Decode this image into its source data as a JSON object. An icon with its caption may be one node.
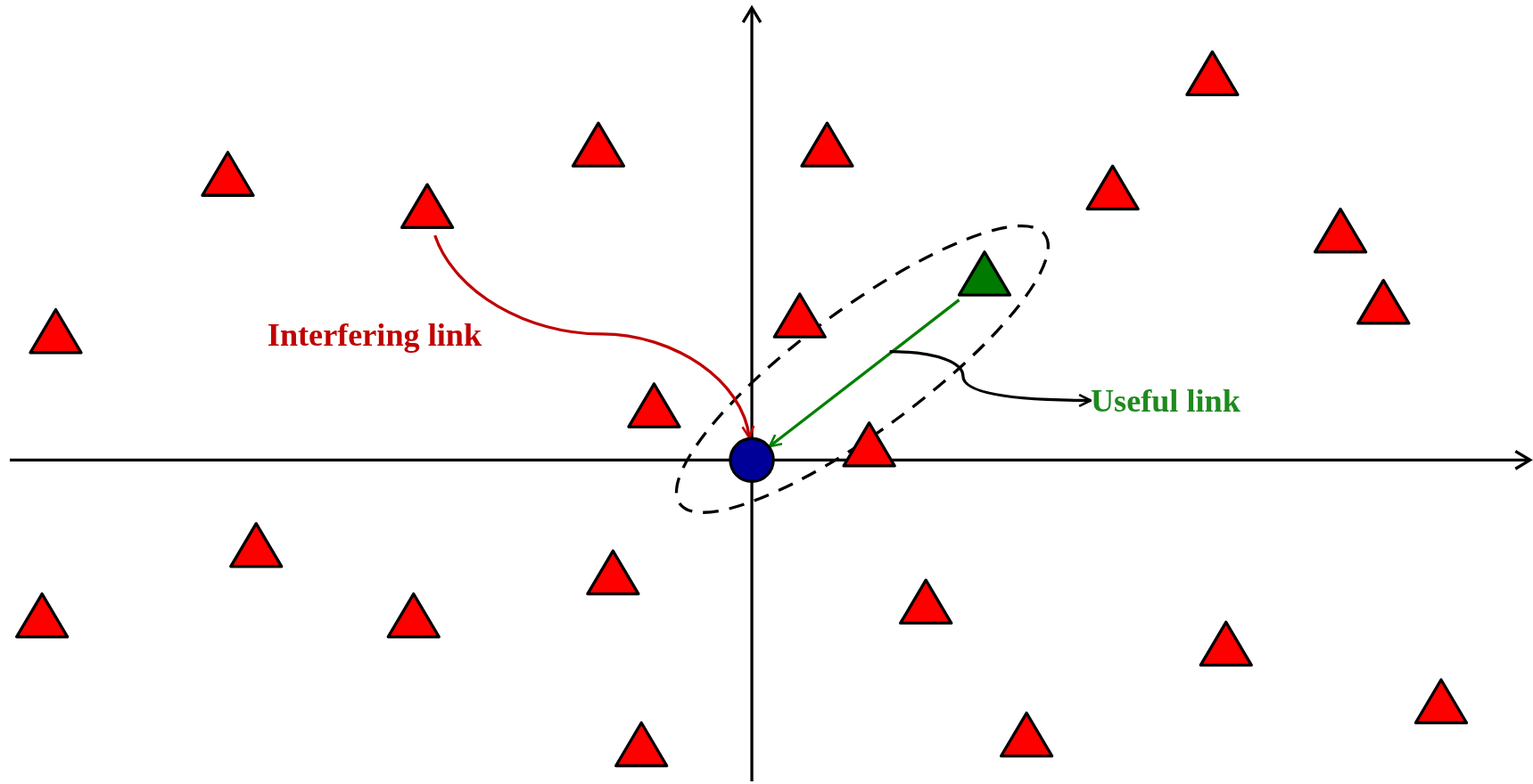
{
  "diagram": {
    "nodes": [
      {
        "text": [],
        "shape": "triangle"
      },
      {
        "text": [],
        "shape": "triangle"
      },
      {
        "text": [],
        "shape": "triangle"
      },
      {
        "text": [],
        "shape": "triangle"
      },
      {
        "text": [],
        "shape": "triangle"
      },
      {
        "text": [],
        "shape": "triangle"
      },
      {
        "text": [],
        "shape": "triangle"
      },
      {
        "text": [],
        "shape": "triangle"
      },
      {
        "text": [],
        "shape": "triangle"
      },
      {
        "text": [],
        "shape": "triangle"
      },
      {
        "text": [],
        "shape": "circle"
      },
      {
        "text": [],
        "shape": "triangle"
      },
      {
        "text": [],
        "shape": "triangle"
      },
      {
        "text": [],
        "shape": "triangle"
      },
      {
        "text": [],
        "shape": "triangle"
      },
      {
        "text": [],
        "shape": "triangle"
      },
      {
        "text": [],
        "shape": "triangle"
      },
      {
        "text": [],
        "shape": "triangle"
      },
      {
        "text": [],
        "shape": "triangle"
      },
      {
        "text": [],
        "shape": "triangle"
      },
      {
        "text": [],
        "shape": "triangle"
      },
      {
        "text": [],
        "shape": "triangle"
      },
      {
        "text": [],
        "shape": "triangle"
      },
      {
        "text": [
          "Useful link"
        ]
      }
    ],
    "edges": [
      {
        "from": 5,
        "to": 10,
        "arrow": "to",
        "label": "Interfering link",
        "color": "#c00000"
      },
      {
        "from": 15,
        "to": 10,
        "arrow": "to",
        "color": "#008000"
      },
      {
        "from": null,
        "to": 23,
        "arrow": "to",
        "color": "#000000"
      }
    ]
  }
}
